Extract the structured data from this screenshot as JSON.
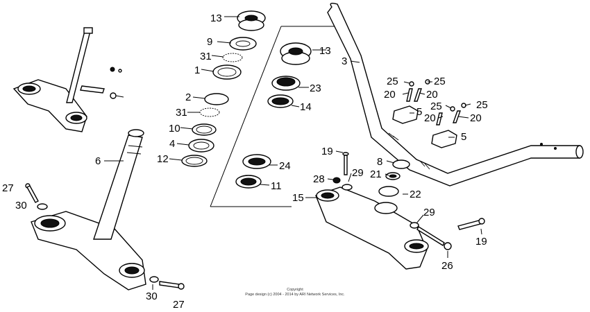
{
  "callouts": [
    "13",
    "9",
    "31",
    "1",
    "2",
    "31",
    "10",
    "4",
    "12",
    "6",
    "27",
    "30",
    "30",
    "27",
    "13",
    "23",
    "14",
    "24",
    "11",
    "3",
    "25",
    "25",
    "20",
    "20",
    "5",
    "25",
    "20",
    "25",
    "20",
    "5",
    "19",
    "8",
    "29",
    "28",
    "21",
    "22",
    "15",
    "29",
    "19",
    "26"
  ],
  "copyright": {
    "line1": "Copyright",
    "line2": "Page design (c) 2004 - 2014 by ARI Network Services, Inc."
  }
}
